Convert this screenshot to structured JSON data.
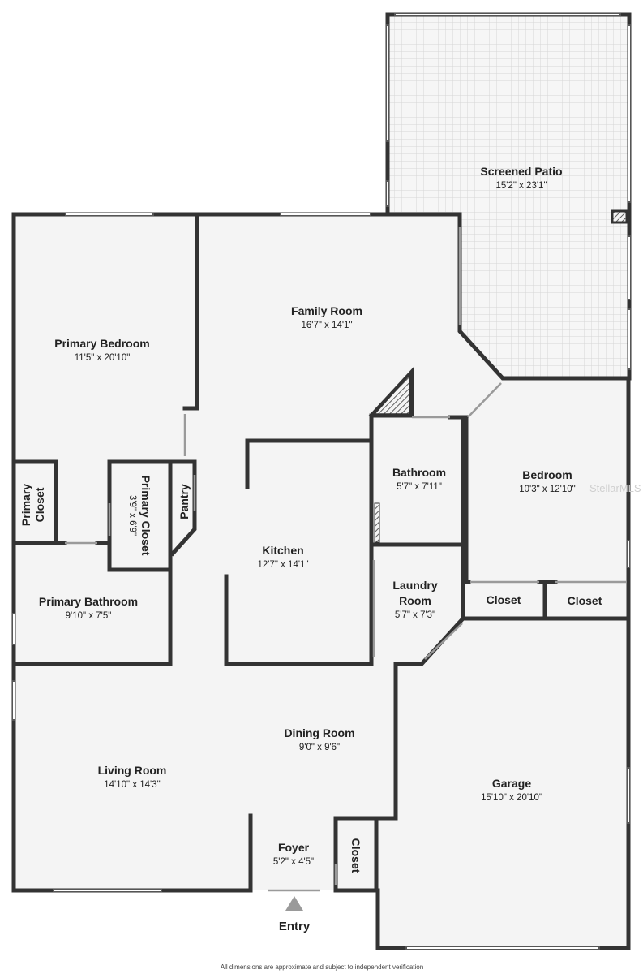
{
  "rooms": {
    "screened_patio": {
      "name": "Screened Patio",
      "dims": "15'2\" x 23'1\""
    },
    "family_room": {
      "name": "Family Room",
      "dims": "16'7\" x 14'1\""
    },
    "primary_bedroom": {
      "name": "Primary Bedroom",
      "dims": "11'5\" x 20'10\""
    },
    "bathroom": {
      "name": "Bathroom",
      "dims": "5'7\" x 7'11\""
    },
    "bedroom": {
      "name": "Bedroom",
      "dims": "10'3\" x 12'10\""
    },
    "primary_closet_small": {
      "name_line1": "Primary",
      "name_line2": "Closet"
    },
    "primary_closet": {
      "name": "Primary Closet",
      "dims": "3'9\" x 6'9\""
    },
    "pantry": {
      "name": "Pantry"
    },
    "kitchen": {
      "name": "Kitchen",
      "dims": "12'7\" x 14'1\""
    },
    "laundry_room": {
      "name_line1": "Laundry",
      "name_line2": "Room",
      "dims": "5'7\" x 7'3\""
    },
    "closet_bed_1": {
      "name": "Closet"
    },
    "closet_bed_2": {
      "name": "Closet"
    },
    "primary_bathroom": {
      "name": "Primary Bathroom",
      "dims": "9'10\" x 7'5\""
    },
    "dining_room": {
      "name": "Dining Room",
      "dims": "9'0\" x 9'6\""
    },
    "living_room": {
      "name": "Living Room",
      "dims": "14'10\" x 14'3\""
    },
    "garage": {
      "name": "Garage",
      "dims": "15'10\" x 20'10\""
    },
    "foyer": {
      "name": "Foyer",
      "dims": "5'2\" x 4'5\""
    },
    "foyer_closet": {
      "name": "Closet"
    }
  },
  "entry_label": "Entry",
  "watermark": "StellarMLS",
  "footer": "All dimensions are approximate and subject to independent verification",
  "colors": {
    "wall": "#333333",
    "floor": "#f4f4f4",
    "patio_tile": "#dcdcdc",
    "entry_arrow": "#9a9a9a"
  }
}
